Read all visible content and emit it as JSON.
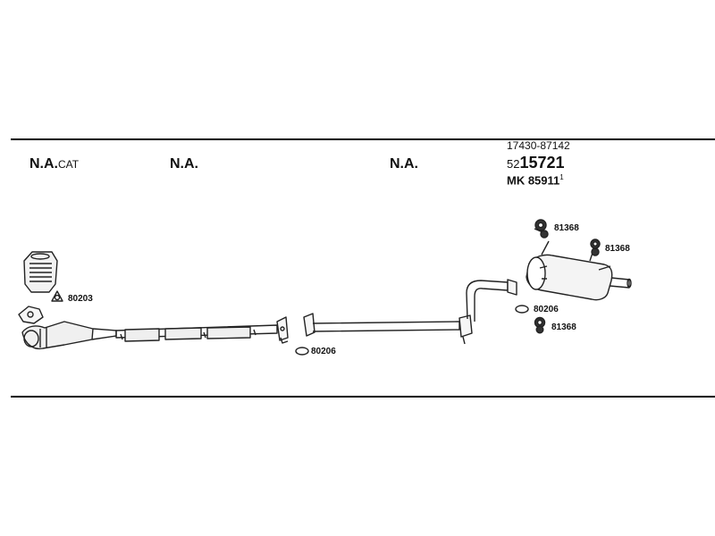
{
  "sections": [
    {
      "label": "N.A.",
      "suffix": "CAT"
    },
    {
      "label": "N.A.",
      "suffix": ""
    },
    {
      "label": "N.A.",
      "suffix": ""
    }
  ],
  "muffler_part": {
    "number_line1": "17430-87142",
    "number_line2_prefix": "52",
    "number_line2_main": "15721",
    "number_line3": "MK 85911",
    "number_line3_sup": "1"
  },
  "component_codes": {
    "gasket_front": "80203",
    "gasket_mid": "80206",
    "gasket_rear": "80206",
    "hanger_top": "81368",
    "hanger_right": "81368",
    "hanger_bottom": "81368"
  }
}
